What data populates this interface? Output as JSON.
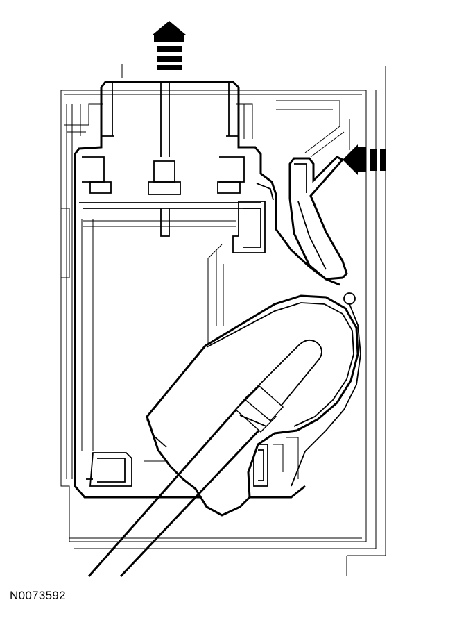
{
  "figure": {
    "reference_code": "N0073592"
  },
  "arrows": [
    {
      "name": "removal-direction-arrow",
      "direction": "up"
    },
    {
      "name": "release-direction-arrow",
      "direction": "left"
    }
  ]
}
